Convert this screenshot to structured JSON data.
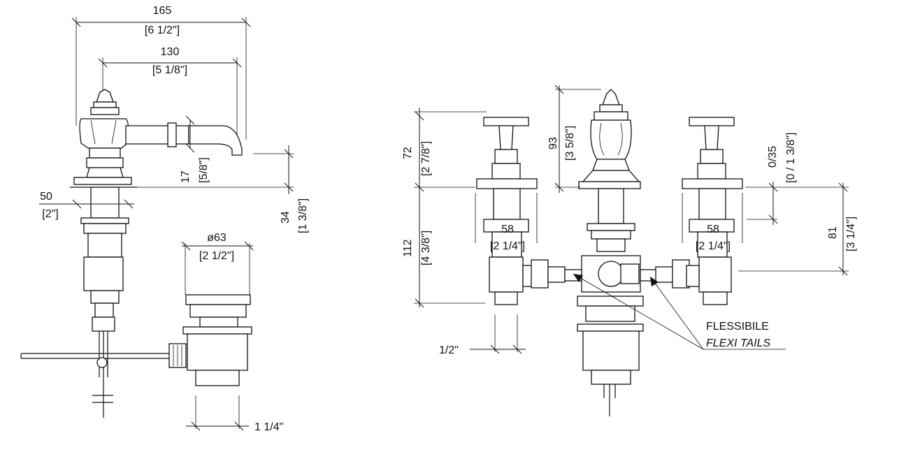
{
  "left_view": {
    "dim_overall_mm": "165",
    "dim_overall_in": "[6 1/2\"]",
    "dim_spout_mm": "130",
    "dim_spout_in": "[5 1/8\"]",
    "dim_spout_height_mm": "17",
    "dim_spout_height_in": "[5/8\"]",
    "dim_deck_height_mm": "34",
    "dim_deck_height_in": "[1 3/8\"]",
    "dim_base_mm": "50",
    "dim_base_in": "[2\"]",
    "dim_waste_dia_mm": "ø63",
    "dim_waste_dia_in": "[2 1/2\"]",
    "dim_waste_thread": "1 1/4\""
  },
  "right_view": {
    "dim_handle_height_mm": "72",
    "dim_handle_height_in": "[2 7/8\"]",
    "dim_spout_top_mm": "93",
    "dim_spout_top_in": "[3 5/8\"]",
    "dim_deck_range_mm": "0/35",
    "dim_deck_range_in": "[0 / 1 3/8\"]",
    "dim_body_mm": "112",
    "dim_body_in": "[4 3/8\"]",
    "dim_valve_left_mm": "58",
    "dim_valve_left_in": "[2 1/4\"]",
    "dim_valve_right_mm": "58",
    "dim_valve_right_in": "[2 1/4\"]",
    "dim_tail_mm": "81",
    "dim_tail_in": "[3 1/4\"]",
    "dim_inlet": "1/2\"",
    "label_it": "FLESSIBILE",
    "label_en": "FLEXI TAILS"
  }
}
